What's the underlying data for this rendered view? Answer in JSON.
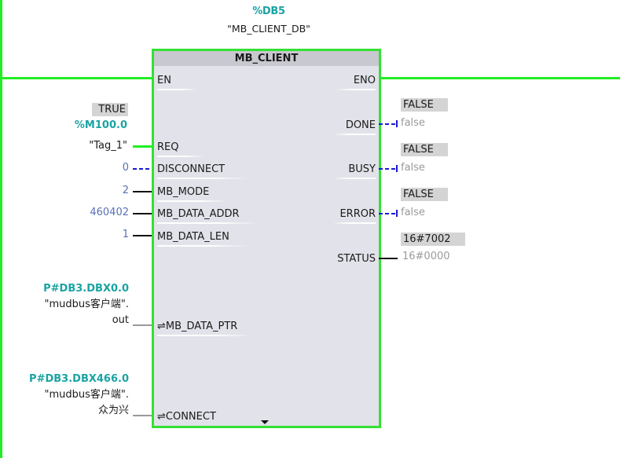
{
  "instance": {
    "db_address": "%DB5",
    "db_name": "\"MB_CLIENT_DB\""
  },
  "block": {
    "title": "MB_CLIENT",
    "colors": {
      "wire_active": "#22ee22",
      "box_fill": "#e2e2ea",
      "header_fill": "#c8c8d0",
      "address": "#1aa3a3",
      "constant": "#5a6fb8",
      "dashed_wire": "#1a1ad6"
    },
    "inputs": [
      {
        "pin": "EN"
      },
      {
        "pin": "REQ",
        "monitor": "TRUE",
        "address": "%M100.0",
        "operand": "\"Tag_1\""
      },
      {
        "pin": "DISCONNECT",
        "operand": "0"
      },
      {
        "pin": "MB_MODE",
        "operand": "2"
      },
      {
        "pin": "MB_DATA_ADDR",
        "operand": "460402"
      },
      {
        "pin": "MB_DATA_LEN",
        "operand": "1"
      },
      {
        "pin": "⇌MB_DATA_PTR",
        "address": "P#DB3.DBX0.0",
        "operand_line1": "\"mudbus客户端\".",
        "operand_line2": "out"
      },
      {
        "pin": "⇌CONNECT",
        "address": "P#DB3.DBX466.0",
        "operand_line1": "\"mudbus客户端\".",
        "operand_line2": "众为兴"
      }
    ],
    "outputs": [
      {
        "pin": "ENO"
      },
      {
        "pin": "DONE",
        "monitor": "FALSE",
        "actual": "false"
      },
      {
        "pin": "BUSY",
        "monitor": "FALSE",
        "actual": "false"
      },
      {
        "pin": "ERROR",
        "monitor": "FALSE",
        "actual": "false"
      },
      {
        "pin": "STATUS",
        "monitor": "16#7002",
        "actual": "16#0000"
      }
    ]
  },
  "icons": {
    "expand": "chevron-down-icon",
    "inout": "in-out-arrows-icon"
  }
}
